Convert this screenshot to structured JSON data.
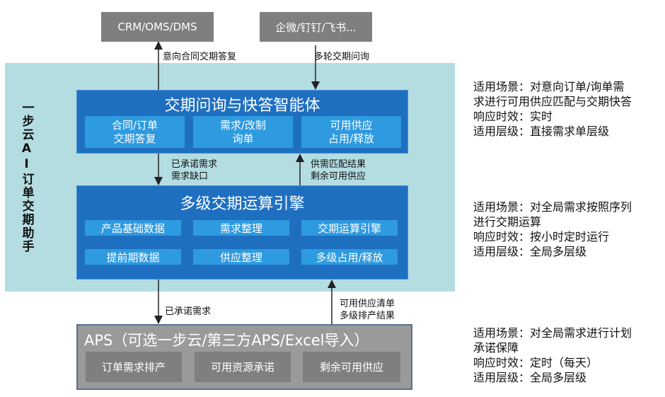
{
  "top_systems": {
    "left": "CRM/OMS/DMS",
    "right": "企微/钉钉/飞书..."
  },
  "arrow_labels": {
    "intent_reply": "意向合同交期答复",
    "multi_round": "多轮交期问询",
    "committed_demand": [
      "已承诺需求",
      "需求缺口"
    ],
    "matching_result": [
      "供需匹配结果",
      "剩余可用供应"
    ],
    "committed_to_aps": "已承诺需求",
    "from_aps": [
      "可用供应清单",
      "多级排产结果"
    ]
  },
  "assistant_title": "一步云AI订单交期助手",
  "agent": {
    "title": "交期问询与快答智能体",
    "cells": [
      [
        "合同/订单",
        "交期答复"
      ],
      [
        "需求/改制",
        "询单"
      ],
      [
        "可用供应",
        "占用/释放"
      ]
    ]
  },
  "engine": {
    "title": "多级交期运算引擎",
    "cells": [
      "产品基础数据",
      "需求整理",
      "交期运算引擎",
      "提前期数据",
      "供应整理",
      "多级占用/释放"
    ]
  },
  "aps": {
    "title": "APS（可选一步云/第三方APS/Excel导入）",
    "cells": [
      "订单需求排产",
      "可用资源承诺",
      "剩余可用供应"
    ]
  },
  "notes": [
    [
      "适用场景：对意向订单/询单需",
      "求进行可用供应匹配与交期快答",
      "响应时效：实时",
      "适用层级：直接需求单层级"
    ],
    [
      "适用场景：对全局需求按照序列",
      "进行交期运算",
      "响应时效：按小时定时运行",
      "适用层级：全局多层级"
    ],
    [
      "适用场景：对全局需求进行计划",
      "承诺保障",
      "响应时效：定时（每天）",
      "适用层级：全局多层级"
    ]
  ],
  "colors": {
    "panel": "#b4dde2",
    "box_blue": "#1f6fc1",
    "cell_blue": "#2e9ae0",
    "gray_box": "#9a9a9a",
    "gray_cell": "#7f7f7f"
  }
}
